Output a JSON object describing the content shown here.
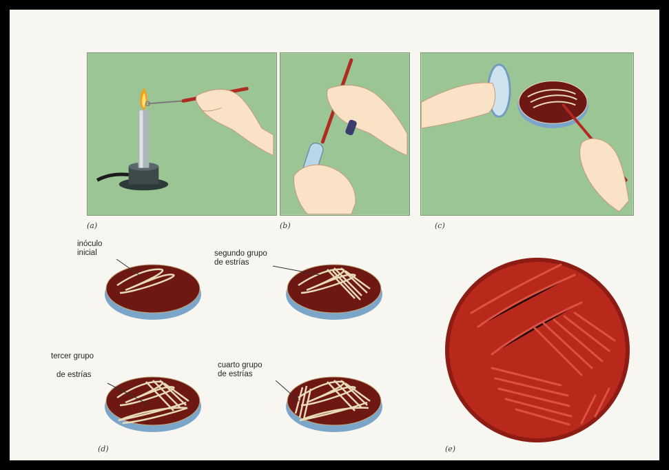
{
  "panels": {
    "a": {
      "caption": "(a)"
    },
    "b": {
      "caption": "(b)"
    },
    "c": {
      "caption": "(c)"
    },
    "d": {
      "caption": "(d)"
    },
    "e": {
      "caption": "(e)"
    }
  },
  "labels": {
    "inoculo_line1": "inóculo",
    "inoculo_line2": "inicial",
    "segundo_line1": "segundo grupo",
    "segundo_line2": "de estrías",
    "tercer_line1": "tercer grupo",
    "tercer_line2": "de estrías",
    "cuarto_line1": "cuarto grupo",
    "cuarto_line2": "de estrías"
  },
  "colors": {
    "panel_bg": "#9cc595",
    "agar": "#6e1814",
    "dish_rim": "#8fb8d8",
    "streak": "#e8dcb8",
    "photo_agar": "#b8291c",
    "loop": "#b02a20"
  }
}
